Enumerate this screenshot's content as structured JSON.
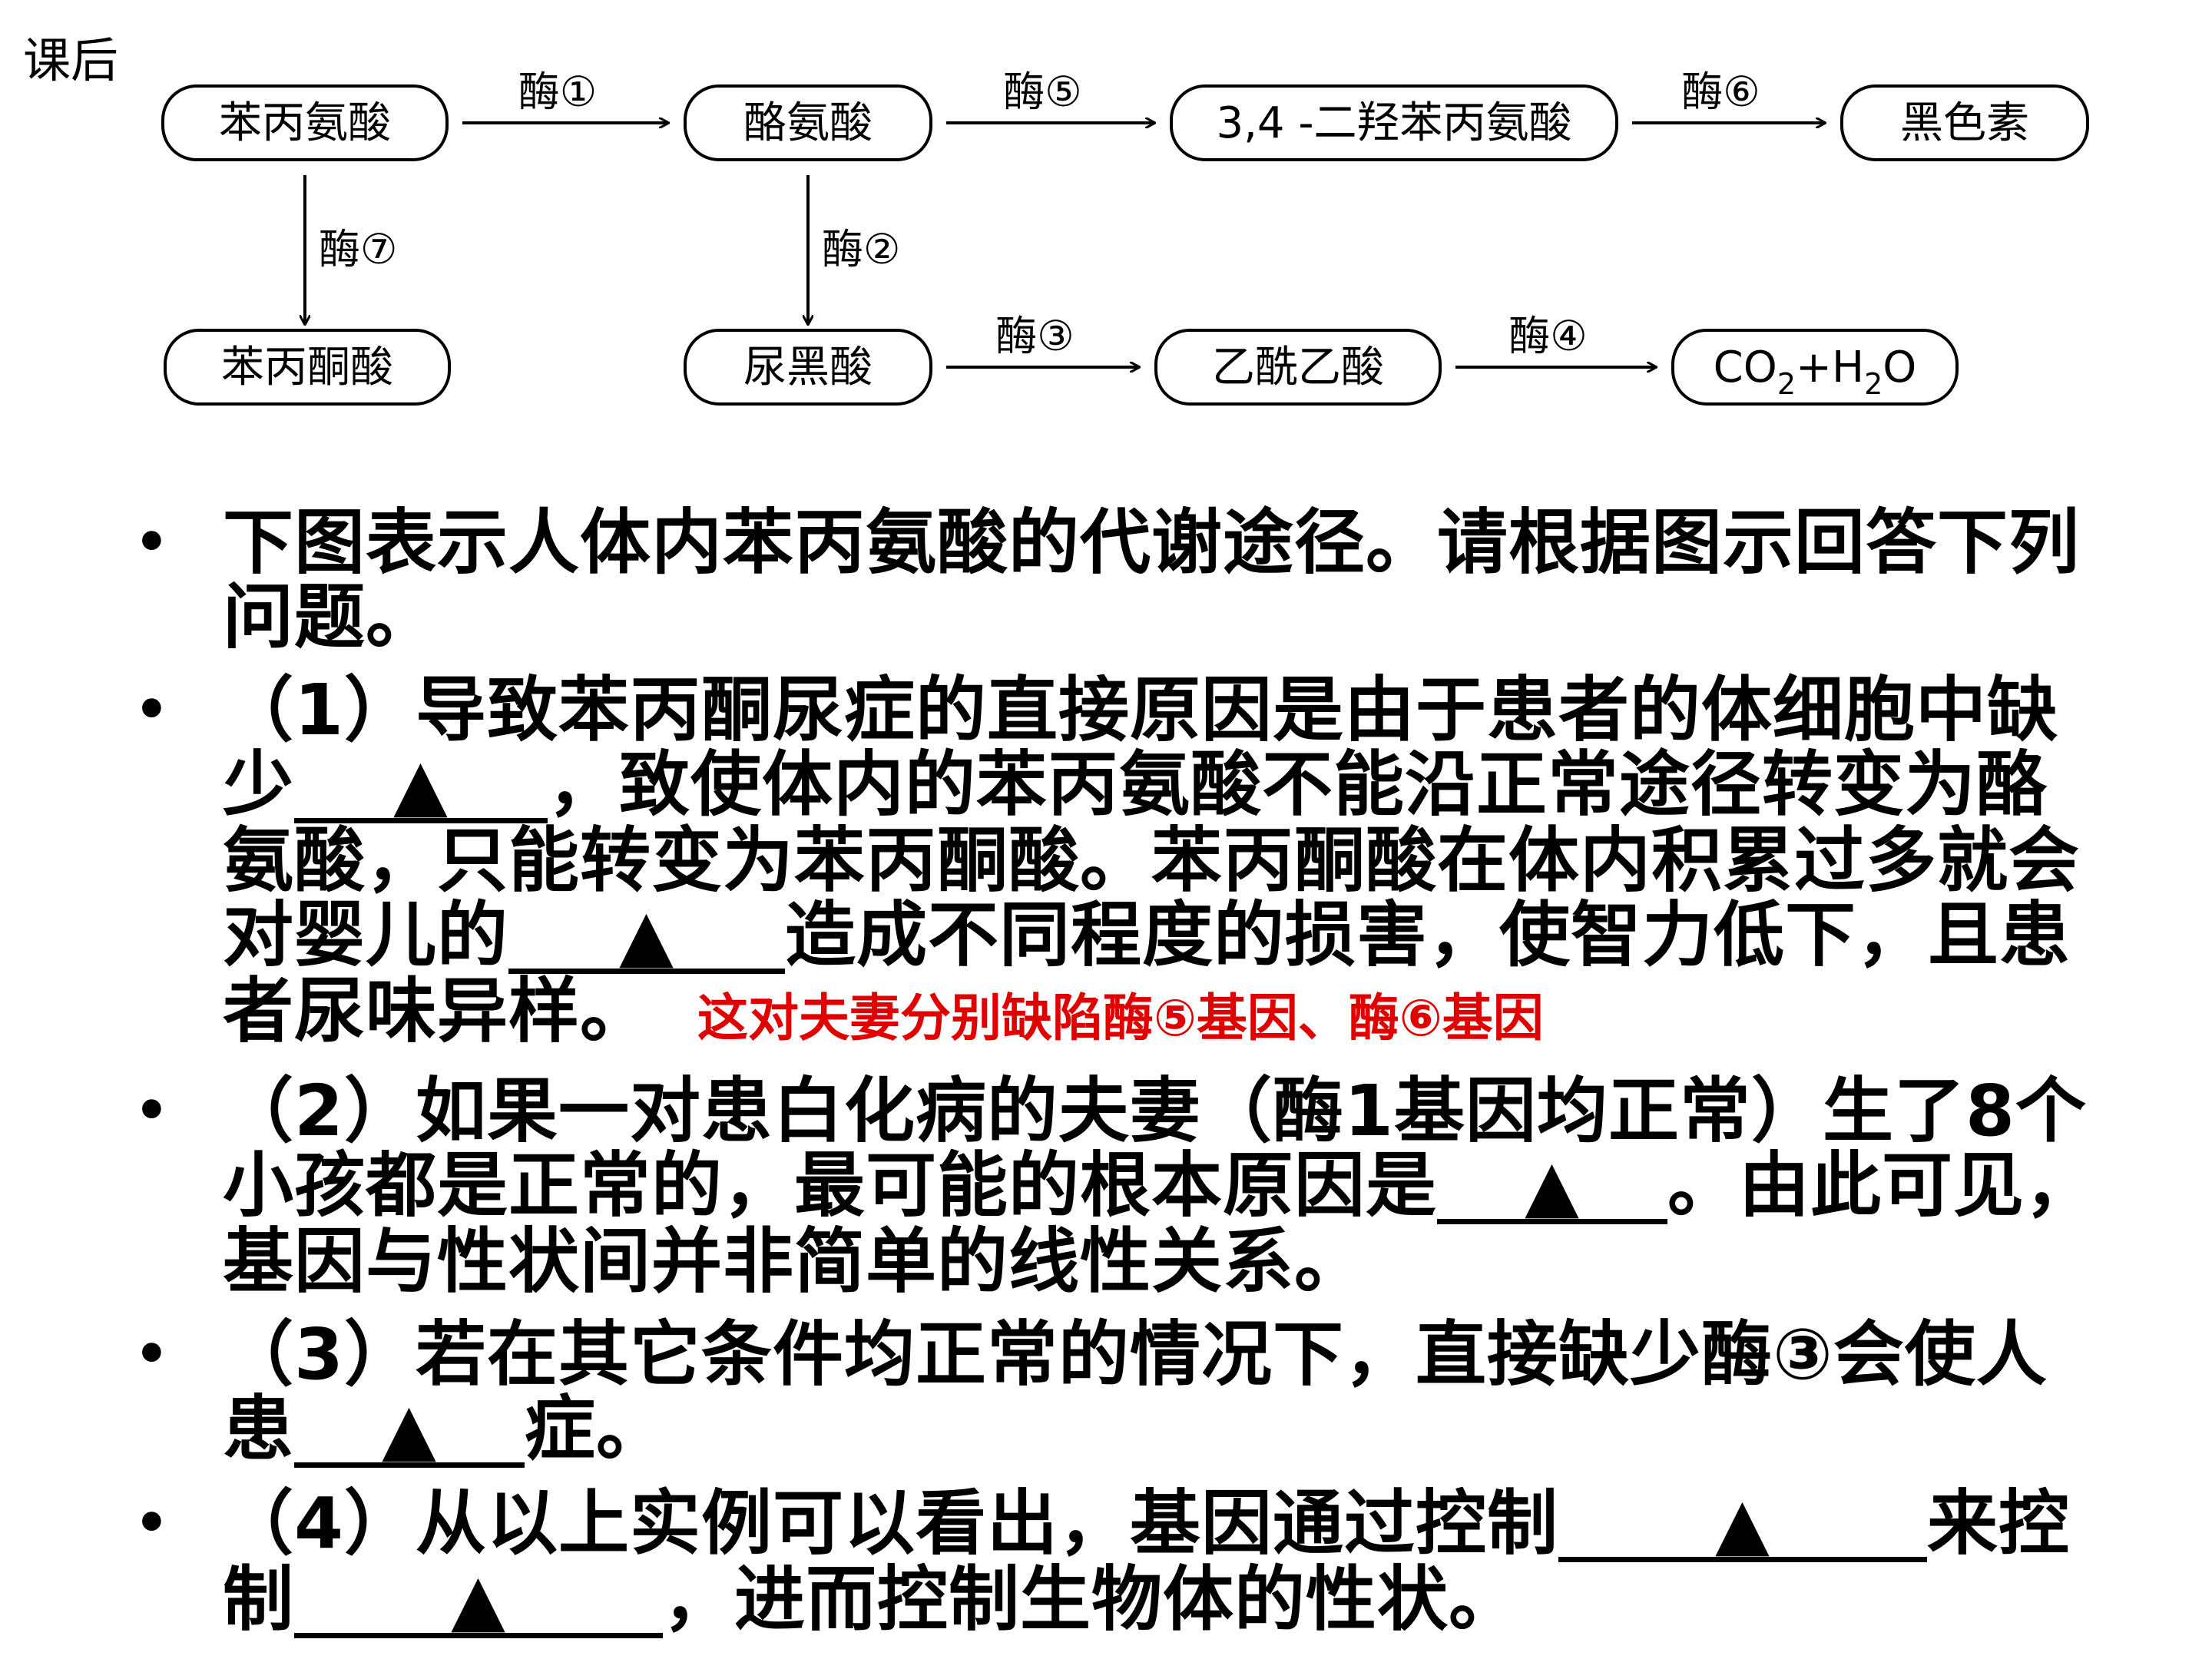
{
  "corner_text": "课后",
  "diagram": {
    "nodes": [
      {
        "id": "phe",
        "label": "苯丙氨酸"
      },
      {
        "id": "tyr",
        "label": "酪氨酸"
      },
      {
        "id": "dopa",
        "label": "3,4 -二羟苯丙氨酸"
      },
      {
        "id": "melanin",
        "label": "黑色素"
      },
      {
        "id": "ppa",
        "label": "苯丙酮酸"
      },
      {
        "id": "hga",
        "label": "尿黑酸"
      },
      {
        "id": "aaa",
        "label": "乙酰乙酸"
      },
      {
        "id": "final",
        "label": "CO",
        "sub1": "2",
        "plus": "+H",
        "sub2": "2",
        "tail": "O"
      }
    ],
    "edges": [
      {
        "from": "phe",
        "to": "tyr",
        "enzyme": "酶①"
      },
      {
        "from": "tyr",
        "to": "dopa",
        "enzyme": "酶⑤"
      },
      {
        "from": "dopa",
        "to": "melanin",
        "enzyme": "酶⑥"
      },
      {
        "from": "phe",
        "to": "ppa",
        "enzyme": "酶⑦"
      },
      {
        "from": "tyr",
        "to": "hga",
        "enzyme": "酶②"
      },
      {
        "from": "hga",
        "to": "aaa",
        "enzyme": "酶③"
      },
      {
        "from": "aaa",
        "to": "final",
        "enzyme": "酶④"
      }
    ]
  },
  "questions": {
    "bullet": "•",
    "blank_marker": "▲",
    "intro": "下图表示人体内苯丙氨酸的代谢途径。请根据图示回答下列问题。",
    "q1_a": "（1）导致苯丙酮尿症的直接原因是由于患者的体细胞中缺少",
    "q1_b": "，致使体内的苯丙氨酸不能沿正常途径转变为酪氨酸，只能转变为苯丙酮酸。苯丙酮酸在体内积累过多就会对婴儿的",
    "q1_c": "造成不同程度的损害，使智力低下，且患者尿味异样。",
    "note": "这对夫妻分别缺陷酶⑤基因、酶⑥基因",
    "q2_a": "（2）如果一对患白化病的夫妻（酶1基因均正常）生了8个小孩都是正常的，最可能的根本原因是",
    "q2_b": "。由此可见，基因与性状间并非简单的线性关系。",
    "q3_a": "（3）若在其它条件均正常的情况下，直接缺少酶③会使人患",
    "q3_b": "症。",
    "q4_a": "（4）从以上实例可以看出，基因通过控制",
    "q4_b": "来控制",
    "q4_c": "，进而控制生物体的性状。"
  }
}
